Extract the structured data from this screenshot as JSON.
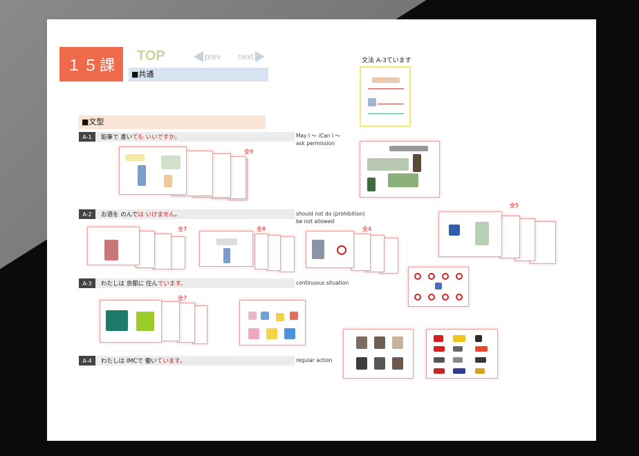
{
  "header": {
    "lesson_label": "１５課",
    "top_label": "TOP",
    "prev_label": "prev",
    "next_label": "next",
    "common_label": "■共通"
  },
  "grammar_ref": {
    "title": "文法 A-3ています"
  },
  "section": {
    "title": "■文型"
  },
  "rows": [
    {
      "tag": "A-1",
      "before": "鉛筆で 書い",
      "red": "ても いいですか。",
      "after": "",
      "gloss_1": "May I ～ /Can I ～",
      "gloss_2": "ask permission"
    },
    {
      "tag": "A-2",
      "before": "お酒を のんで",
      "red": "は いけません。",
      "after": "",
      "gloss_1": "should not do  (prohibition)",
      "gloss_2": "be not allowed"
    },
    {
      "tag": "A-3",
      "before": "わたしは 京都に 住ん",
      "red": "でいます。",
      "after": "",
      "gloss_1": "continuous situation",
      "gloss_2": ""
    },
    {
      "tag": "A-4",
      "before": "わたしは IMCで 働い",
      "red": "ています。",
      "after": "",
      "gloss_1": "regular action",
      "gloss_2": ""
    }
  ],
  "counts": {
    "a1": "全9",
    "a2_1": "全7",
    "a2_2": "全8",
    "a2_3": "全4",
    "a2_4": "全5",
    "a3_1": "全7"
  },
  "colors": {
    "lesson_bg": "#ef6a4b",
    "highlight_red": "#d32020",
    "common_bar": "#d7e3f1",
    "section_bar": "#fbe5d6",
    "card_border": "#e7a2a2"
  }
}
